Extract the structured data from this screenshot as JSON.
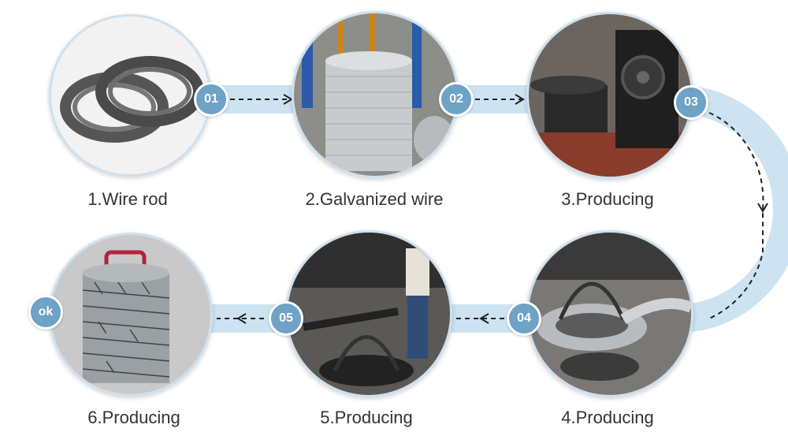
{
  "colors": {
    "track": "#cde3f2",
    "badge": "#6ea2c6",
    "arrow": "#222222"
  },
  "steps": [
    {
      "badge": "01",
      "label": "1.Wire rod"
    },
    {
      "badge": "02",
      "label": "2.Galvanized wire"
    },
    {
      "badge": "03",
      "label": "3.Producing"
    },
    {
      "badge": "04",
      "label": "4.Producing"
    },
    {
      "badge": "05",
      "label": "5.Producing"
    },
    {
      "badge": "ok",
      "label": "6.Producing"
    }
  ]
}
